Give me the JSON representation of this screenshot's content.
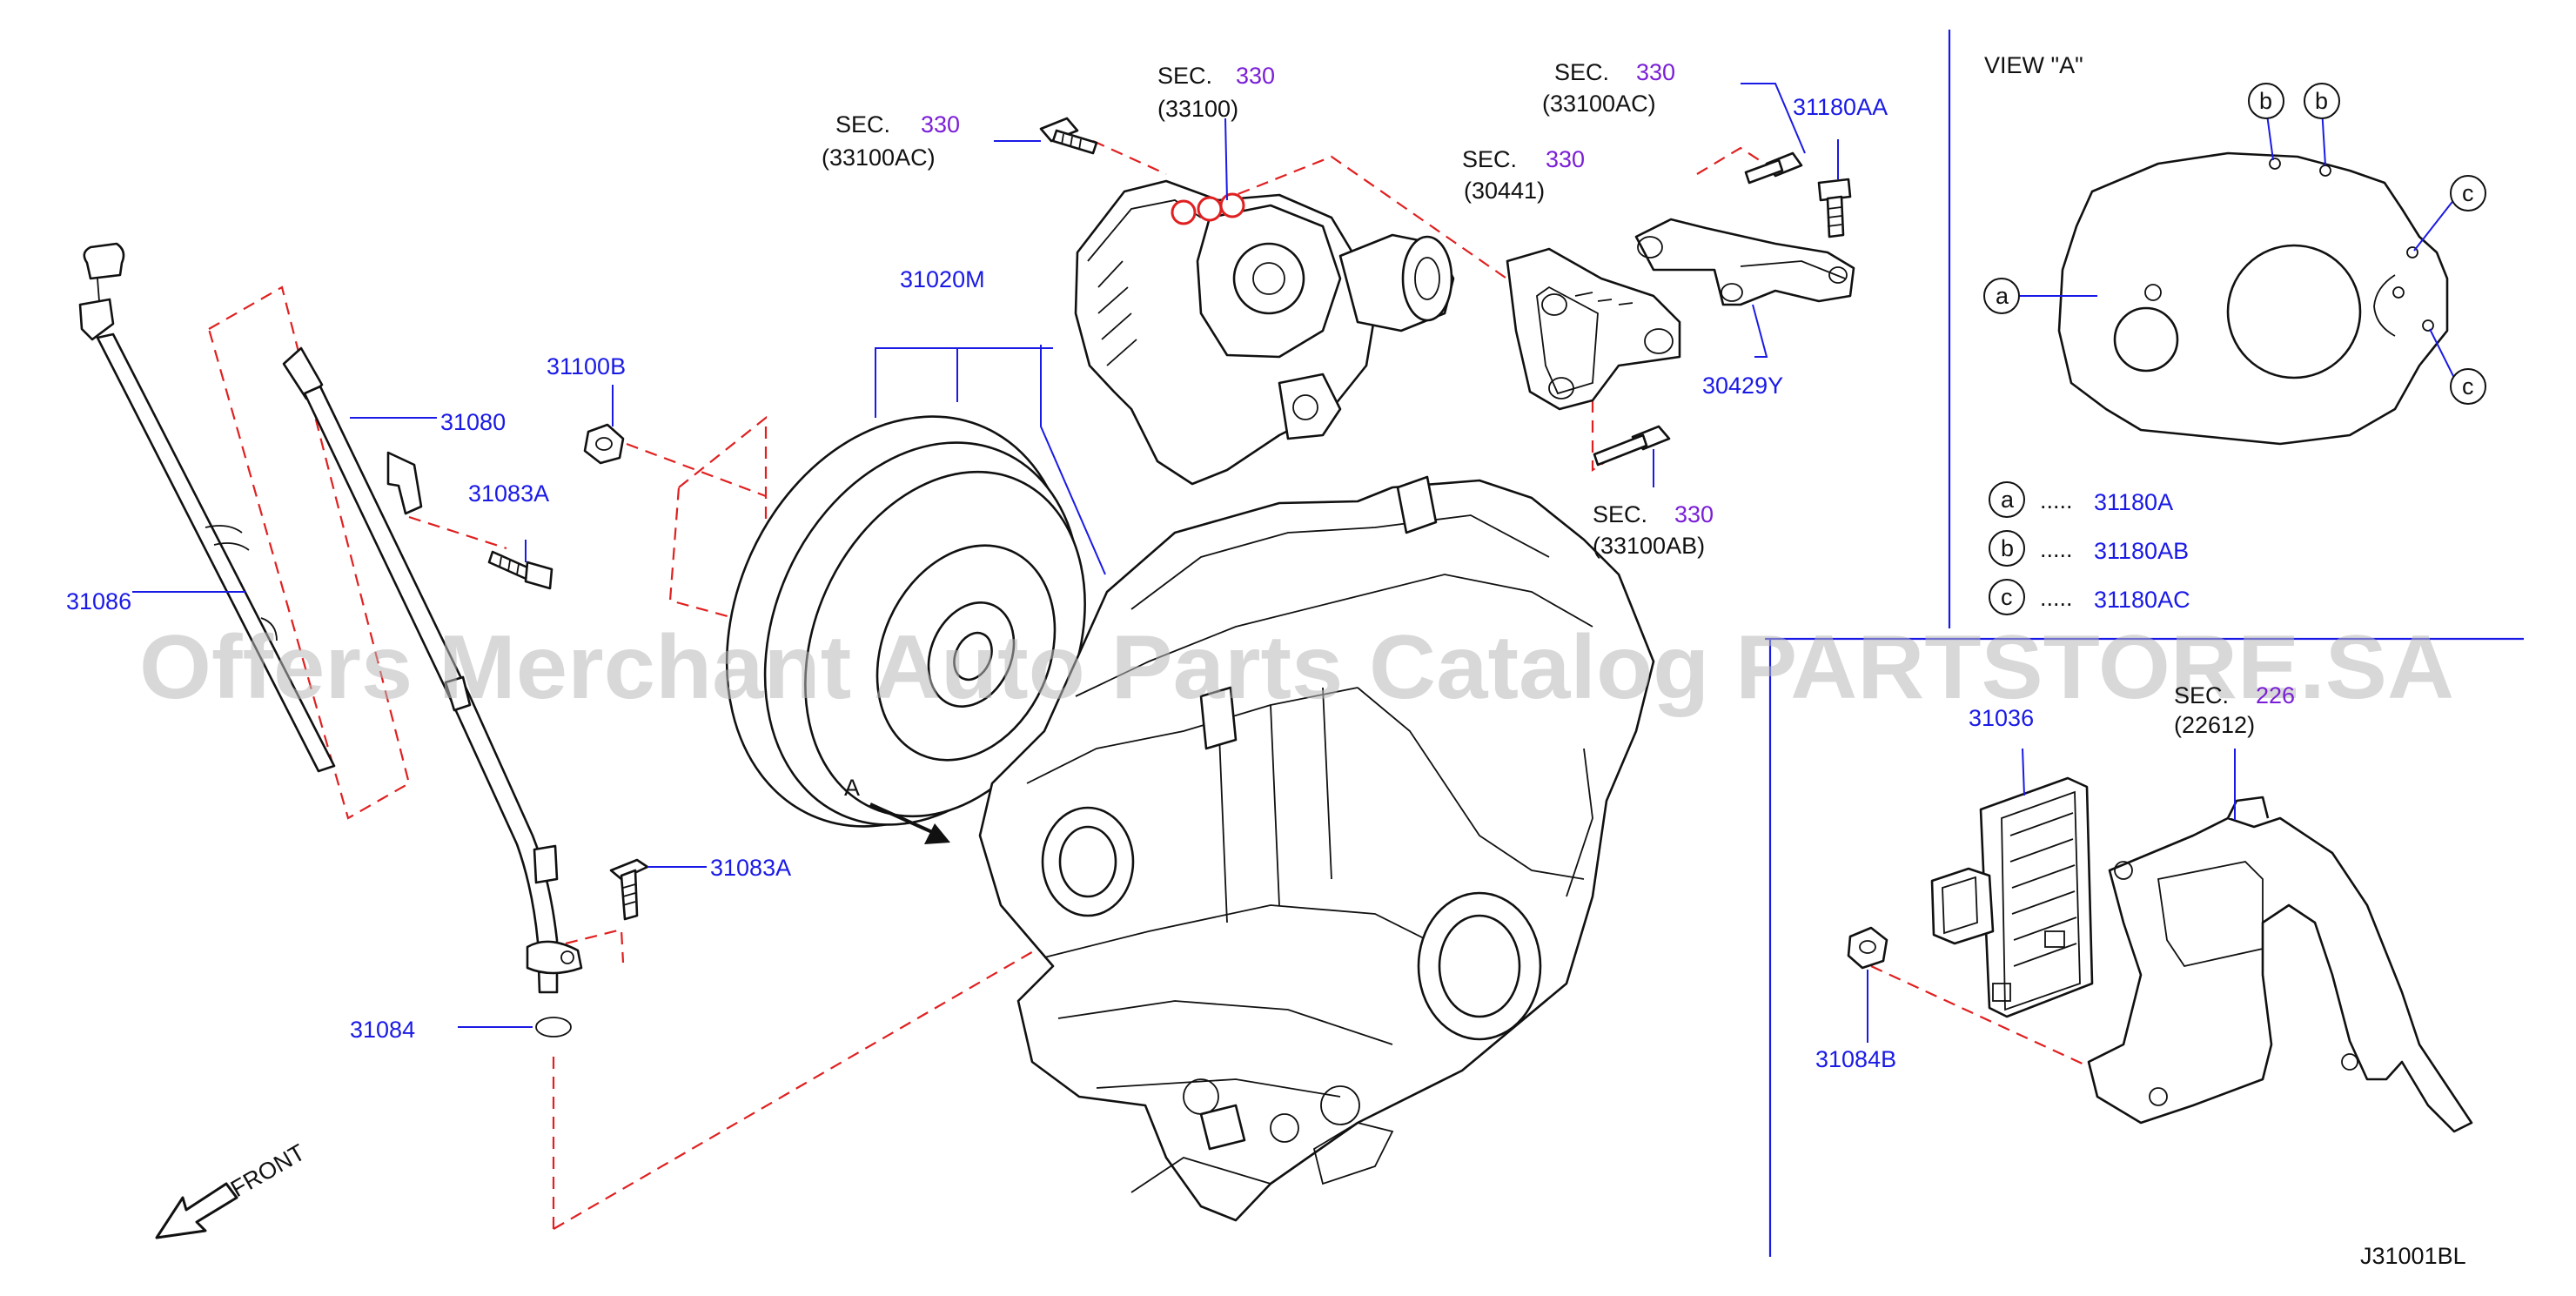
{
  "callouts": {
    "p31086": "31086",
    "p31080": "31080",
    "p31083a_top": "31083A",
    "p31083a_bottom": "31083A",
    "p31084": "31084",
    "p31100b": "31100B",
    "p31020m": "31020M",
    "p30429y": "30429Y",
    "p31180aa": "31180AA",
    "p31036": "31036",
    "p31084b": "31084B"
  },
  "sections": {
    "sec_a": {
      "prefix": "SEC.",
      "number": "330",
      "ref": "(33100AC)"
    },
    "sec_b": {
      "prefix": "SEC.",
      "number": "330",
      "ref": "(33100)"
    },
    "sec_c": {
      "prefix": "SEC.",
      "number": "330",
      "ref": "(33100AC)"
    },
    "sec_d": {
      "prefix": "SEC.",
      "number": "330",
      "ref": "(30441)"
    },
    "sec_e": {
      "prefix": "SEC.",
      "number": "330",
      "ref": "(33100AB)"
    },
    "sec_f": {
      "prefix": "SEC.",
      "number": "226",
      "ref": "(22612)"
    }
  },
  "view_a": {
    "title": "VIEW  \"A\"",
    "markers": {
      "a": "a",
      "b1": "b",
      "b2": "b",
      "c1": "c",
      "c2": "c"
    },
    "legend": [
      {
        "letter": "a",
        "dots": ".....",
        "part": "31180A"
      },
      {
        "letter": "b",
        "dots": ".....",
        "part": "31180AB"
      },
      {
        "letter": "c",
        "dots": ".....",
        "part": "31180AC"
      }
    ]
  },
  "arrow_a_label": "A",
  "front_label": "FRONT",
  "diagram_id": "J31001BL",
  "watermark": "Offers Merchant Auto Parts Catalog PARTSTORE.SA",
  "colors": {
    "part_number": "#1a1ae6",
    "section_number": "#7a1fd6",
    "dashed_guide": "#e02020",
    "line_art": "#111111"
  }
}
